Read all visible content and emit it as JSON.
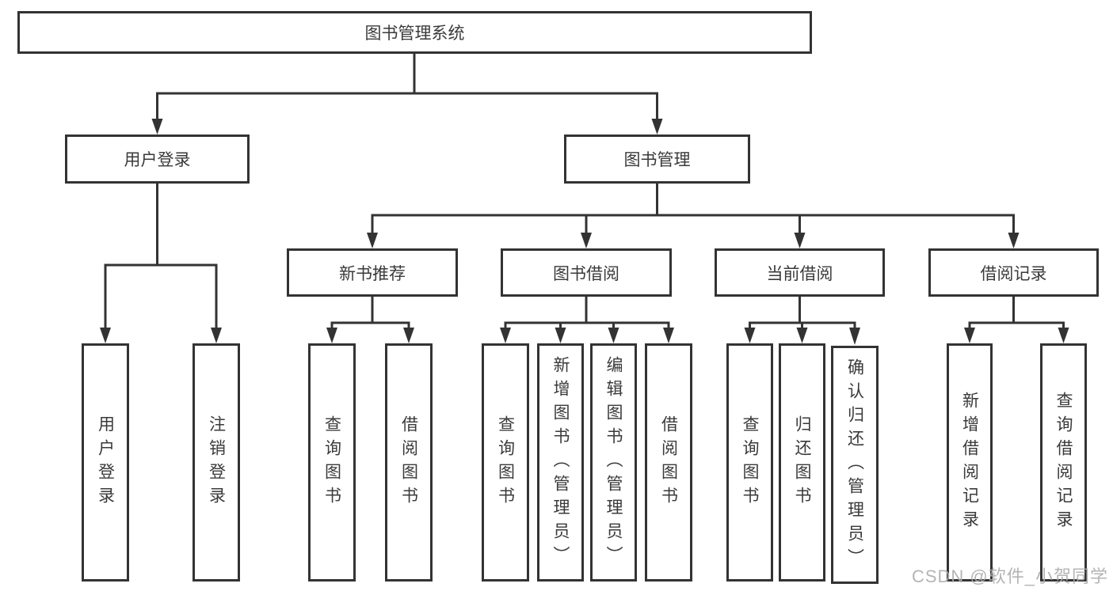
{
  "diagram_type": "tree",
  "colors": {
    "line": "#333333",
    "box_border": "#333333",
    "text": "#3a3a3a",
    "background": "#ffffff",
    "watermark": "#acacac"
  },
  "tree": {
    "label": "图书管理系统",
    "children": [
      {
        "label": "用户登录",
        "children": [
          {
            "label": "用户登录"
          },
          {
            "label": "注销登录"
          }
        ]
      },
      {
        "label": "图书管理",
        "children": [
          {
            "label": "新书推荐",
            "children": [
              {
                "label": "查询图书"
              },
              {
                "label": "借阅图书"
              }
            ]
          },
          {
            "label": "图书借阅",
            "children": [
              {
                "label": "查询图书"
              },
              {
                "label": "新增图书（管理员）"
              },
              {
                "label": "编辑图书（管理员）"
              },
              {
                "label": "借阅图书"
              }
            ]
          },
          {
            "label": "当前借阅",
            "children": [
              {
                "label": "查询图书"
              },
              {
                "label": "归还图书"
              },
              {
                "label": "确认归还（管理员）"
              }
            ]
          },
          {
            "label": "借阅记录",
            "children": [
              {
                "label": "新增借阅记录"
              },
              {
                "label": "查询借阅记录"
              }
            ]
          }
        ]
      }
    ]
  },
  "watermark": {
    "text": "CSDN @软件_小贺同学"
  }
}
